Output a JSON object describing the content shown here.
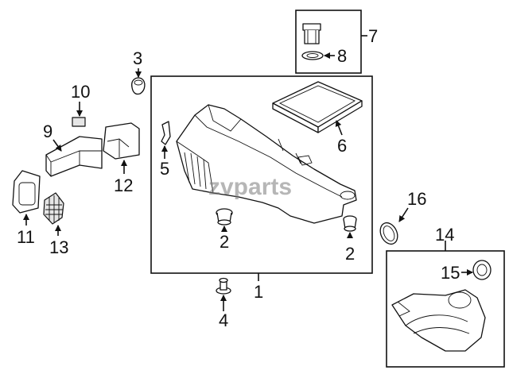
{
  "watermark": "zvparts",
  "callouts": {
    "n1": "1",
    "n2a": "2",
    "n2b": "2",
    "n3": "3",
    "n4": "4",
    "n5": "5",
    "n6": "6",
    "n7": "7",
    "n8": "8",
    "n9": "9",
    "n10": "10",
    "n11": "11",
    "n12": "12",
    "n13": "13",
    "n14": "14",
    "n15": "15",
    "n16": "16"
  }
}
